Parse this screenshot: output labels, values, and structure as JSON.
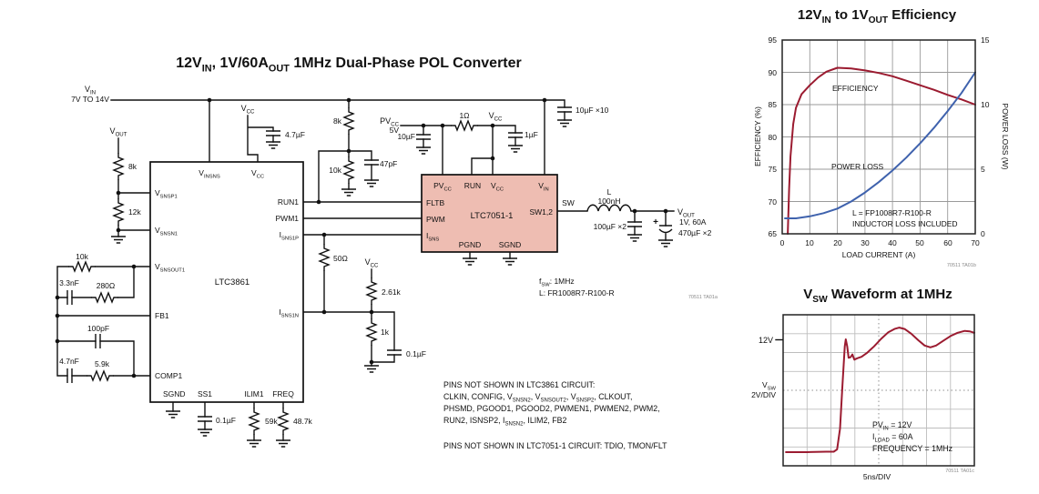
{
  "palette": {
    "accent_red": "#9b1b30",
    "accent_blue": "#3f62ad",
    "ic_fill": "#eebdb2",
    "wire_black": "#111111"
  },
  "schematic": {
    "title": [
      {
        "t": "12V"
      },
      {
        "sub": "IN"
      },
      {
        "t": ", 1V/60A"
      },
      {
        "sub": "OUT"
      },
      {
        "t": " 1MHz Dual-Phase POL Converter"
      }
    ],
    "fig_label": "70511 TA01a",
    "power": {
      "vin": [
        {
          "t": "V"
        },
        {
          "sub": "IN"
        }
      ],
      "vin_range": "7V TO 14V",
      "vcc": [
        {
          "t": "V"
        },
        {
          "sub": "CC"
        }
      ],
      "pvcc": [
        {
          "t": "PV"
        },
        {
          "sub": "CC"
        }
      ],
      "pvcc_volts": "5V",
      "vout": [
        {
          "t": "V"
        },
        {
          "sub": "OUT"
        }
      ],
      "vout_rating": "1V, 60A",
      "plus": "+",
      "sw_node": "SW"
    },
    "values": {
      "c_vcc": "4.7µF",
      "r_vout_top": "8k",
      "r_vout_bot": "12k",
      "r_snsout": "10k",
      "c_snsout": "3.3nF",
      "r_snsout2": "280Ω",
      "c_fb": "100pF",
      "c_comp": "4.7nF",
      "r_comp": "5.9k",
      "c_ss": "0.1µF",
      "r_ilim": "59k",
      "r_freq": "48.7k",
      "r_fltb_top": "8k",
      "r_fltb_bot": "10k",
      "c_fltb": "47pF",
      "c_pvcc": "10µF",
      "r_filt": "1Ω",
      "c_vcc7051": "1µF",
      "c_vin": "10µF ×10",
      "r_isns": "50Ω",
      "r_isns_top": "2.61k",
      "r_isns_bot": "1k",
      "c_isns": "0.1µF",
      "l_ref": "L",
      "l_value": "100nH",
      "c_out1": "100µF ×2",
      "c_out2": "470µF ×2"
    },
    "ltc3861": {
      "name": "LTC3861",
      "pins": {
        "vinsns": [
          {
            "t": "V"
          },
          {
            "sub": "INSNS"
          }
        ],
        "vcc": [
          {
            "t": "V"
          },
          {
            "sub": "CC"
          }
        ],
        "vsnsp1": [
          {
            "t": "V"
          },
          {
            "sub": "SNSP1"
          }
        ],
        "vsnsn1": [
          {
            "t": "V"
          },
          {
            "sub": "SNSN1"
          }
        ],
        "vsnsout1": [
          {
            "t": "V"
          },
          {
            "sub": "SNSOUT1"
          }
        ],
        "fb1": "FB1",
        "comp1": "COMP1",
        "sgnd": "SGND",
        "ss1": "SS1",
        "ilim1": "ILIM1",
        "freq": "FREQ",
        "run1": "RUN1",
        "pwm1": "PWM1",
        "isns1p": [
          {
            "t": "I"
          },
          {
            "sub": "SNS1P"
          }
        ],
        "isns1n": [
          {
            "t": "I"
          },
          {
            "sub": "SNS1N"
          }
        ]
      }
    },
    "ltc7051": {
      "name": "LTC7051-1",
      "pins": {
        "pvcc": [
          {
            "t": "PV"
          },
          {
            "sub": "CC"
          }
        ],
        "run": "RUN",
        "vcc": [
          {
            "t": "V"
          },
          {
            "sub": "CC"
          }
        ],
        "vin": [
          {
            "t": "V"
          },
          {
            "sub": "IN"
          }
        ],
        "fltb": "FLTB",
        "pwm": "PWM",
        "isns": [
          {
            "t": "I"
          },
          {
            "sub": "SNS"
          }
        ],
        "pgnd": "PGND",
        "sgnd": "SGND",
        "sw": "SW1,2"
      }
    },
    "notes": {
      "fsw": [
        {
          "t": "f"
        },
        {
          "sub": "SW"
        },
        {
          "t": ": 1MHz"
        }
      ],
      "inductor": "L: FR1008R7-R100-R",
      "line1": "PINS NOT SHOWN IN LTC3861 CIRCUIT:",
      "line2": [
        {
          "t": "CLKIN, CONFIG, V"
        },
        {
          "sub": "SNSN2"
        },
        {
          "t": ", V"
        },
        {
          "sub": "SNSOUT2"
        },
        {
          "t": ", V"
        },
        {
          "sub": "SNSP2"
        },
        {
          "t": ", CLKOUT,"
        }
      ],
      "line3": "PHSMD, PGOOD1, PGOOD2, PWMEN1, PWMEN2, PWM2,",
      "line4": [
        {
          "t": "RUN2, ISNSP2, I"
        },
        {
          "sub": "SNSN2"
        },
        {
          "t": ", ILIM2, FB2"
        }
      ],
      "line5": "PINS NOT SHOWN IN LTC7051-1 CIRCUIT: TDIO, TMON/FLT"
    }
  },
  "chart_data": [
    {
      "type": "line",
      "title": [
        {
          "t": "12V"
        },
        {
          "sub": "IN"
        },
        {
          "t": " to 1V"
        },
        {
          "sub": "OUT"
        },
        {
          "t": " Efficiency"
        }
      ],
      "xlabel": "LOAD CURRENT (A)",
      "ylabel_left": "EFFICIENCY (%)",
      "ylabel_right": "POWER LOSS (W)",
      "xlim": [
        0,
        70
      ],
      "ylim_left": [
        65,
        95
      ],
      "ylim_right": [
        0,
        15
      ],
      "grid": true,
      "x_ticks": [
        "0",
        "10",
        "20",
        "30",
        "40",
        "50",
        "60",
        "70"
      ],
      "y_left_ticks": [
        "95",
        "90",
        "85",
        "80",
        "75",
        "70",
        "65"
      ],
      "y_right_ticks": [
        "15",
        "10",
        "5",
        "0"
      ],
      "series": [
        {
          "name": "EFFICIENCY",
          "axis": "left",
          "points": [
            [
              2,
              65
            ],
            [
              2.5,
              72
            ],
            [
              3,
              77
            ],
            [
              4,
              82
            ],
            [
              5,
              84.5
            ],
            [
              7,
              86.6
            ],
            [
              10,
              88
            ],
            [
              13,
              89.2
            ],
            [
              16,
              90.1
            ],
            [
              20,
              90.7
            ],
            [
              25,
              90.6
            ],
            [
              30,
              90.3
            ],
            [
              35,
              89.9
            ],
            [
              40,
              89.4
            ],
            [
              45,
              88.7
            ],
            [
              50,
              88
            ],
            [
              55,
              87.3
            ],
            [
              60,
              86.5
            ],
            [
              65,
              85.8
            ],
            [
              70,
              85
            ]
          ]
        },
        {
          "name": "POWER LOSS",
          "axis": "right",
          "points": [
            [
              1,
              1.2
            ],
            [
              5,
              1.2
            ],
            [
              10,
              1.35
            ],
            [
              15,
              1.6
            ],
            [
              20,
              1.95
            ],
            [
              25,
              2.5
            ],
            [
              30,
              3.2
            ],
            [
              35,
              4
            ],
            [
              40,
              4.9
            ],
            [
              45,
              5.9
            ],
            [
              50,
              7
            ],
            [
              55,
              8.2
            ],
            [
              60,
              9.5
            ],
            [
              65,
              10.9
            ],
            [
              70,
              12.5
            ]
          ]
        }
      ],
      "note_line1": "L = FP1008R7-R100-R",
      "note_line2": "INDUCTOR LOSS INCLUDED",
      "fig_label": "70511 TA01b"
    },
    {
      "type": "line",
      "title": [
        {
          "t": "V"
        },
        {
          "sub": "SW"
        },
        {
          "t": " Waveform at 1MHz"
        }
      ],
      "xlabel": "5ns/DIV",
      "y_tick_label": "12V",
      "ylabel": [
        {
          "t": "V"
        },
        {
          "sub": "SW"
        }
      ],
      "ylabel2": "2V/DIV",
      "x_per_div_ns": 5,
      "y_per_div_v": 2,
      "annotations": [
        [
          {
            "t": "PV"
          },
          {
            "sub": "IN"
          },
          {
            "t": " = 12V"
          }
        ],
        [
          {
            "t": "I"
          },
          {
            "sub": "LOAD"
          },
          {
            "t": " = 60A"
          }
        ],
        [
          {
            "t": "FREQUENCY = 1MHz"
          }
        ]
      ],
      "trace_ns_v": [
        [
          0.6,
          0
        ],
        [
          5,
          0
        ],
        [
          9,
          0.05
        ],
        [
          10.6,
          0.05
        ],
        [
          11.3,
          0.3
        ],
        [
          11.9,
          2.5
        ],
        [
          12.4,
          7
        ],
        [
          12.9,
          11.2
        ],
        [
          13.1,
          11.95
        ],
        [
          13.4,
          11.2
        ],
        [
          13.7,
          10
        ],
        [
          14.1,
          10.05
        ],
        [
          14.5,
          10.35
        ],
        [
          14.9,
          9.8
        ],
        [
          15.5,
          9.95
        ],
        [
          16.4,
          10.1
        ],
        [
          17.5,
          10.5
        ],
        [
          19,
          11.2
        ],
        [
          20.5,
          12
        ],
        [
          22,
          12.7
        ],
        [
          23.3,
          13.05
        ],
        [
          24.3,
          13.2
        ],
        [
          25.4,
          13.05
        ],
        [
          26.8,
          12.55
        ],
        [
          28.3,
          11.85
        ],
        [
          29.6,
          11.3
        ],
        [
          30.8,
          11.1
        ],
        [
          32,
          11.3
        ],
        [
          33.5,
          11.8
        ],
        [
          35,
          12.3
        ],
        [
          36.5,
          12.65
        ],
        [
          38,
          12.85
        ],
        [
          39,
          12.8
        ],
        [
          40,
          12.65
        ]
      ],
      "fig_label": "70511 TA01c"
    }
  ]
}
